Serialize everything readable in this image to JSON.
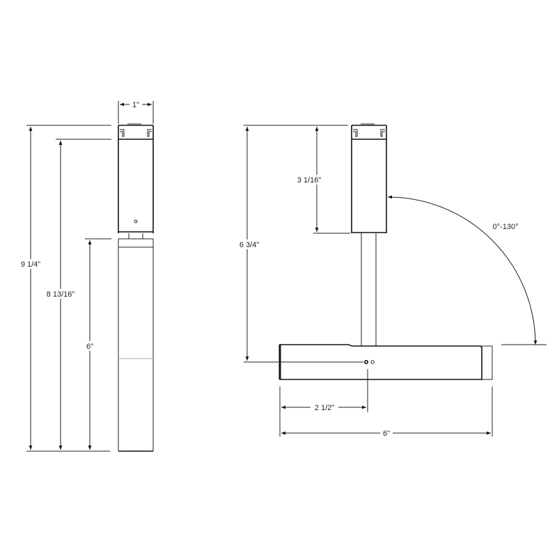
{
  "drawing": {
    "side_view": {
      "width_dim": "1\"",
      "overall_height_dim": "9 1/4\"",
      "body_height_dim": "8 13/16\"",
      "lower_tube_dim": "6\""
    },
    "front_view": {
      "head_height_dim": "3 1/16\"",
      "overall_height_dim": "6 3/4\"",
      "rotation_dim": "0°-130°",
      "pivot_offset_dim": "2 1/2\"",
      "length_dim": "6\""
    }
  }
}
